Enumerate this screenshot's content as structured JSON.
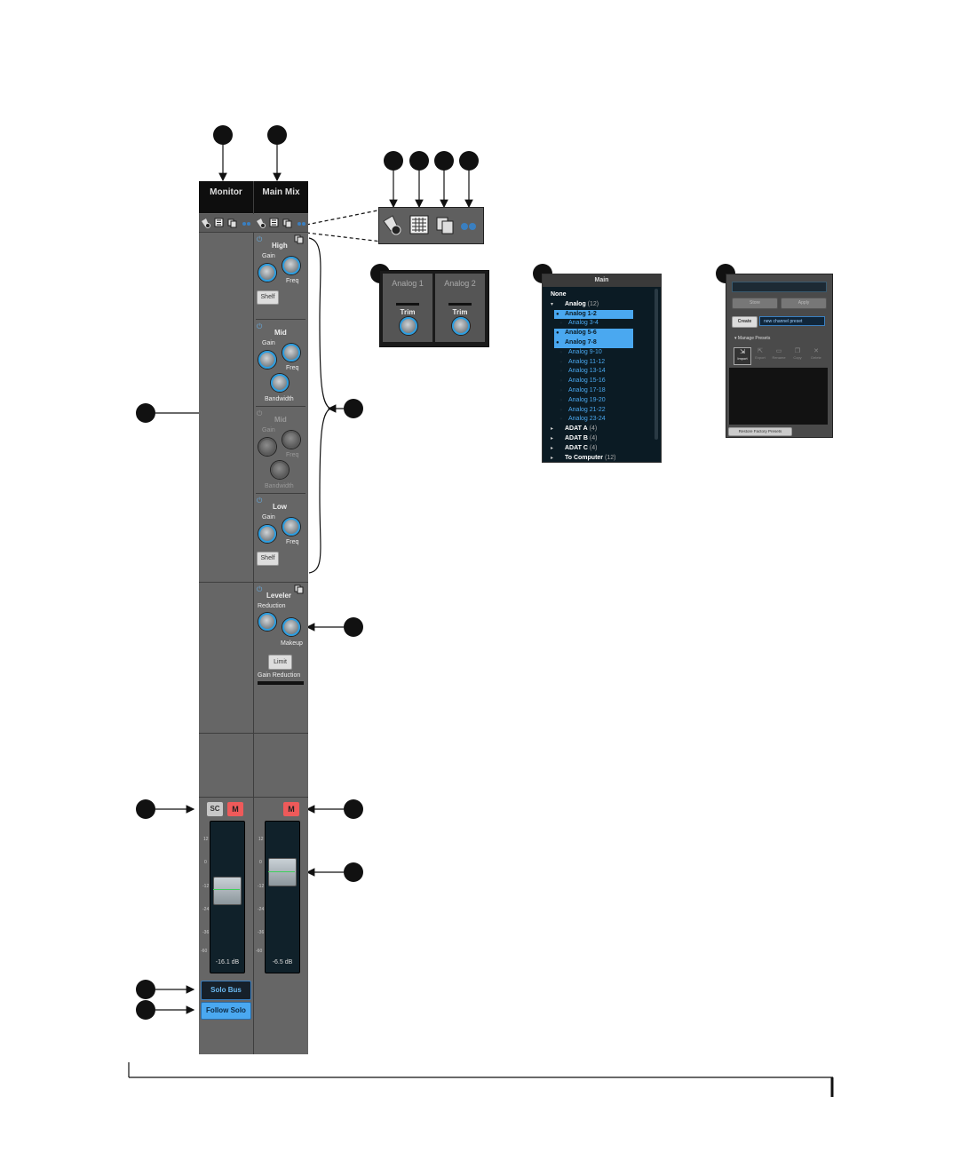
{
  "channels": {
    "monitor": {
      "title": "Monitor"
    },
    "main_mix": {
      "title": "Main Mix"
    }
  },
  "eq": {
    "high": {
      "title": "High",
      "gain": "Gain",
      "freq": "Freq",
      "shelf": "Shelf"
    },
    "mid": {
      "title": "Mid",
      "gain": "Gain",
      "freq": "Freq",
      "bandwidth": "Bandwidth"
    },
    "mid_disabled": {
      "title": "Mid",
      "gain": "Gain",
      "freq": "Freq",
      "bandwidth": "Bandwidth"
    },
    "low": {
      "title": "Low",
      "gain": "Gain",
      "freq": "Freq",
      "shelf": "Shelf"
    }
  },
  "leveler": {
    "title": "Leveler",
    "reduction": "Reduction",
    "makeup": "Makeup",
    "limit": "Limit",
    "gain_reduction": "Gain Reduction"
  },
  "monitor_strip": {
    "sc": "SC",
    "mute": "M",
    "level": "-16.1 dB",
    "scale": [
      "12",
      "0",
      "-12",
      "-24",
      "-36",
      "-60"
    ],
    "solo_bus": "Solo Bus",
    "follow_solo": "Follow Solo"
  },
  "main_strip": {
    "mute": "M",
    "level": "-6.5 dB"
  },
  "trim_panel": {
    "ch1": "Analog 1",
    "ch2": "Analog 2",
    "trim": "Trim"
  },
  "routing_panel": {
    "title": "Main",
    "items": [
      {
        "label": "None",
        "type": "none"
      },
      {
        "label": "Analog",
        "count": "(12)",
        "type": "group-open"
      },
      {
        "label": "Analog 1-2",
        "type": "selected"
      },
      {
        "label": "Analog 3-4",
        "type": "item"
      },
      {
        "label": "Analog 5-6",
        "type": "selected"
      },
      {
        "label": "Analog 7-8",
        "type": "selected"
      },
      {
        "label": "Analog 9-10",
        "type": "item"
      },
      {
        "label": "Analog 11-12",
        "type": "item"
      },
      {
        "label": "Analog 13-14",
        "type": "item"
      },
      {
        "label": "Analog 15-16",
        "type": "item"
      },
      {
        "label": "Analog 17-18",
        "type": "item"
      },
      {
        "label": "Analog 19-20",
        "type": "item"
      },
      {
        "label": "Analog 21-22",
        "type": "item"
      },
      {
        "label": "Analog 23-24",
        "type": "item"
      },
      {
        "label": "ADAT A",
        "count": "(4)",
        "type": "group"
      },
      {
        "label": "ADAT B",
        "count": "(4)",
        "type": "group"
      },
      {
        "label": "ADAT C",
        "count": "(4)",
        "type": "group"
      },
      {
        "label": "To Computer",
        "count": "(12)",
        "type": "group"
      }
    ]
  },
  "presets_panel": {
    "store": "Store",
    "apply": "Apply",
    "create": "Create",
    "preset_name": "new channel preset",
    "manage": "Manage Presets",
    "actions": [
      "Import",
      "Export",
      "Rename",
      "Copy",
      "Delete"
    ],
    "restore": "Restore Factory Presets"
  },
  "colors": {
    "accent": "#2d9ee0",
    "mute": "#ee5a5a",
    "strip": "#666666",
    "selected": "#4aa8f0"
  }
}
